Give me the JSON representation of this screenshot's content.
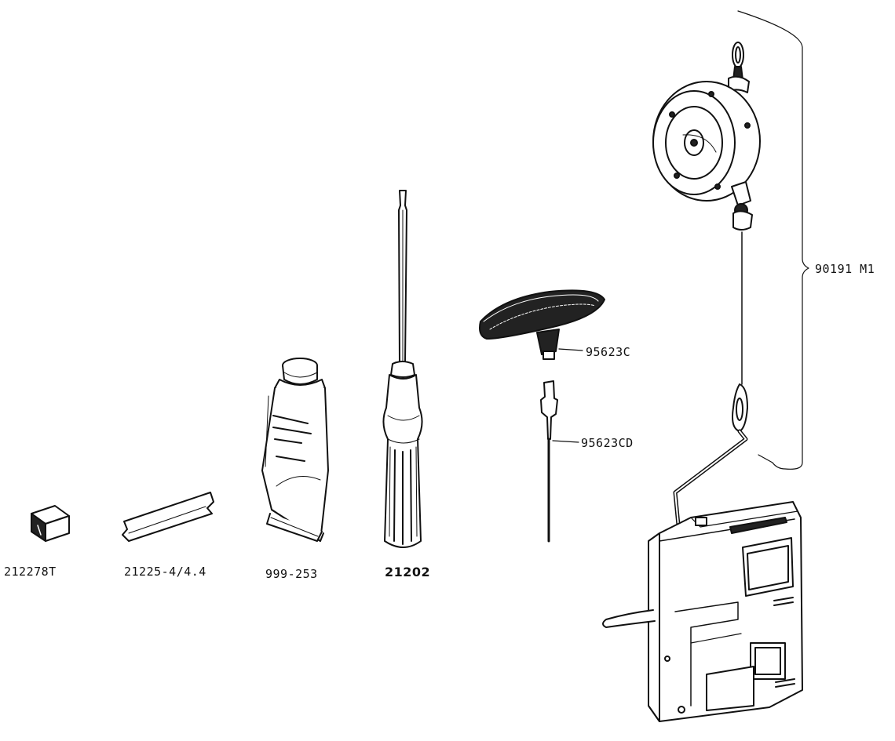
{
  "parts": [
    {
      "id": "nut",
      "number": "212278T"
    },
    {
      "id": "gauge",
      "number": "21225-4/4.4"
    },
    {
      "id": "tube",
      "number": "999-253"
    },
    {
      "id": "screwdriver",
      "number": "21202"
    },
    {
      "id": "t-handle",
      "number": "95623C"
    },
    {
      "id": "bit",
      "number": "95623CD"
    },
    {
      "id": "balancer",
      "number": "90191 M1"
    }
  ]
}
